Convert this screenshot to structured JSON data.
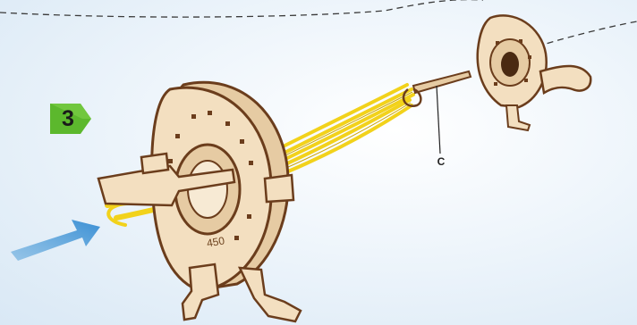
{
  "step": {
    "number": "3",
    "badge_color": "#5cb82d"
  },
  "callout": {
    "label": "C"
  },
  "part_marking": "450",
  "colors": {
    "wood": "#f3dfc0",
    "wood_edge": "#6b3d1c",
    "string": "#f2d21b",
    "arrow": "#5aa4db",
    "dashed_line": "#3a3a3a"
  },
  "icons": {
    "arrow": "direction-arrow-icon",
    "dashed_path": "dashed-path"
  }
}
